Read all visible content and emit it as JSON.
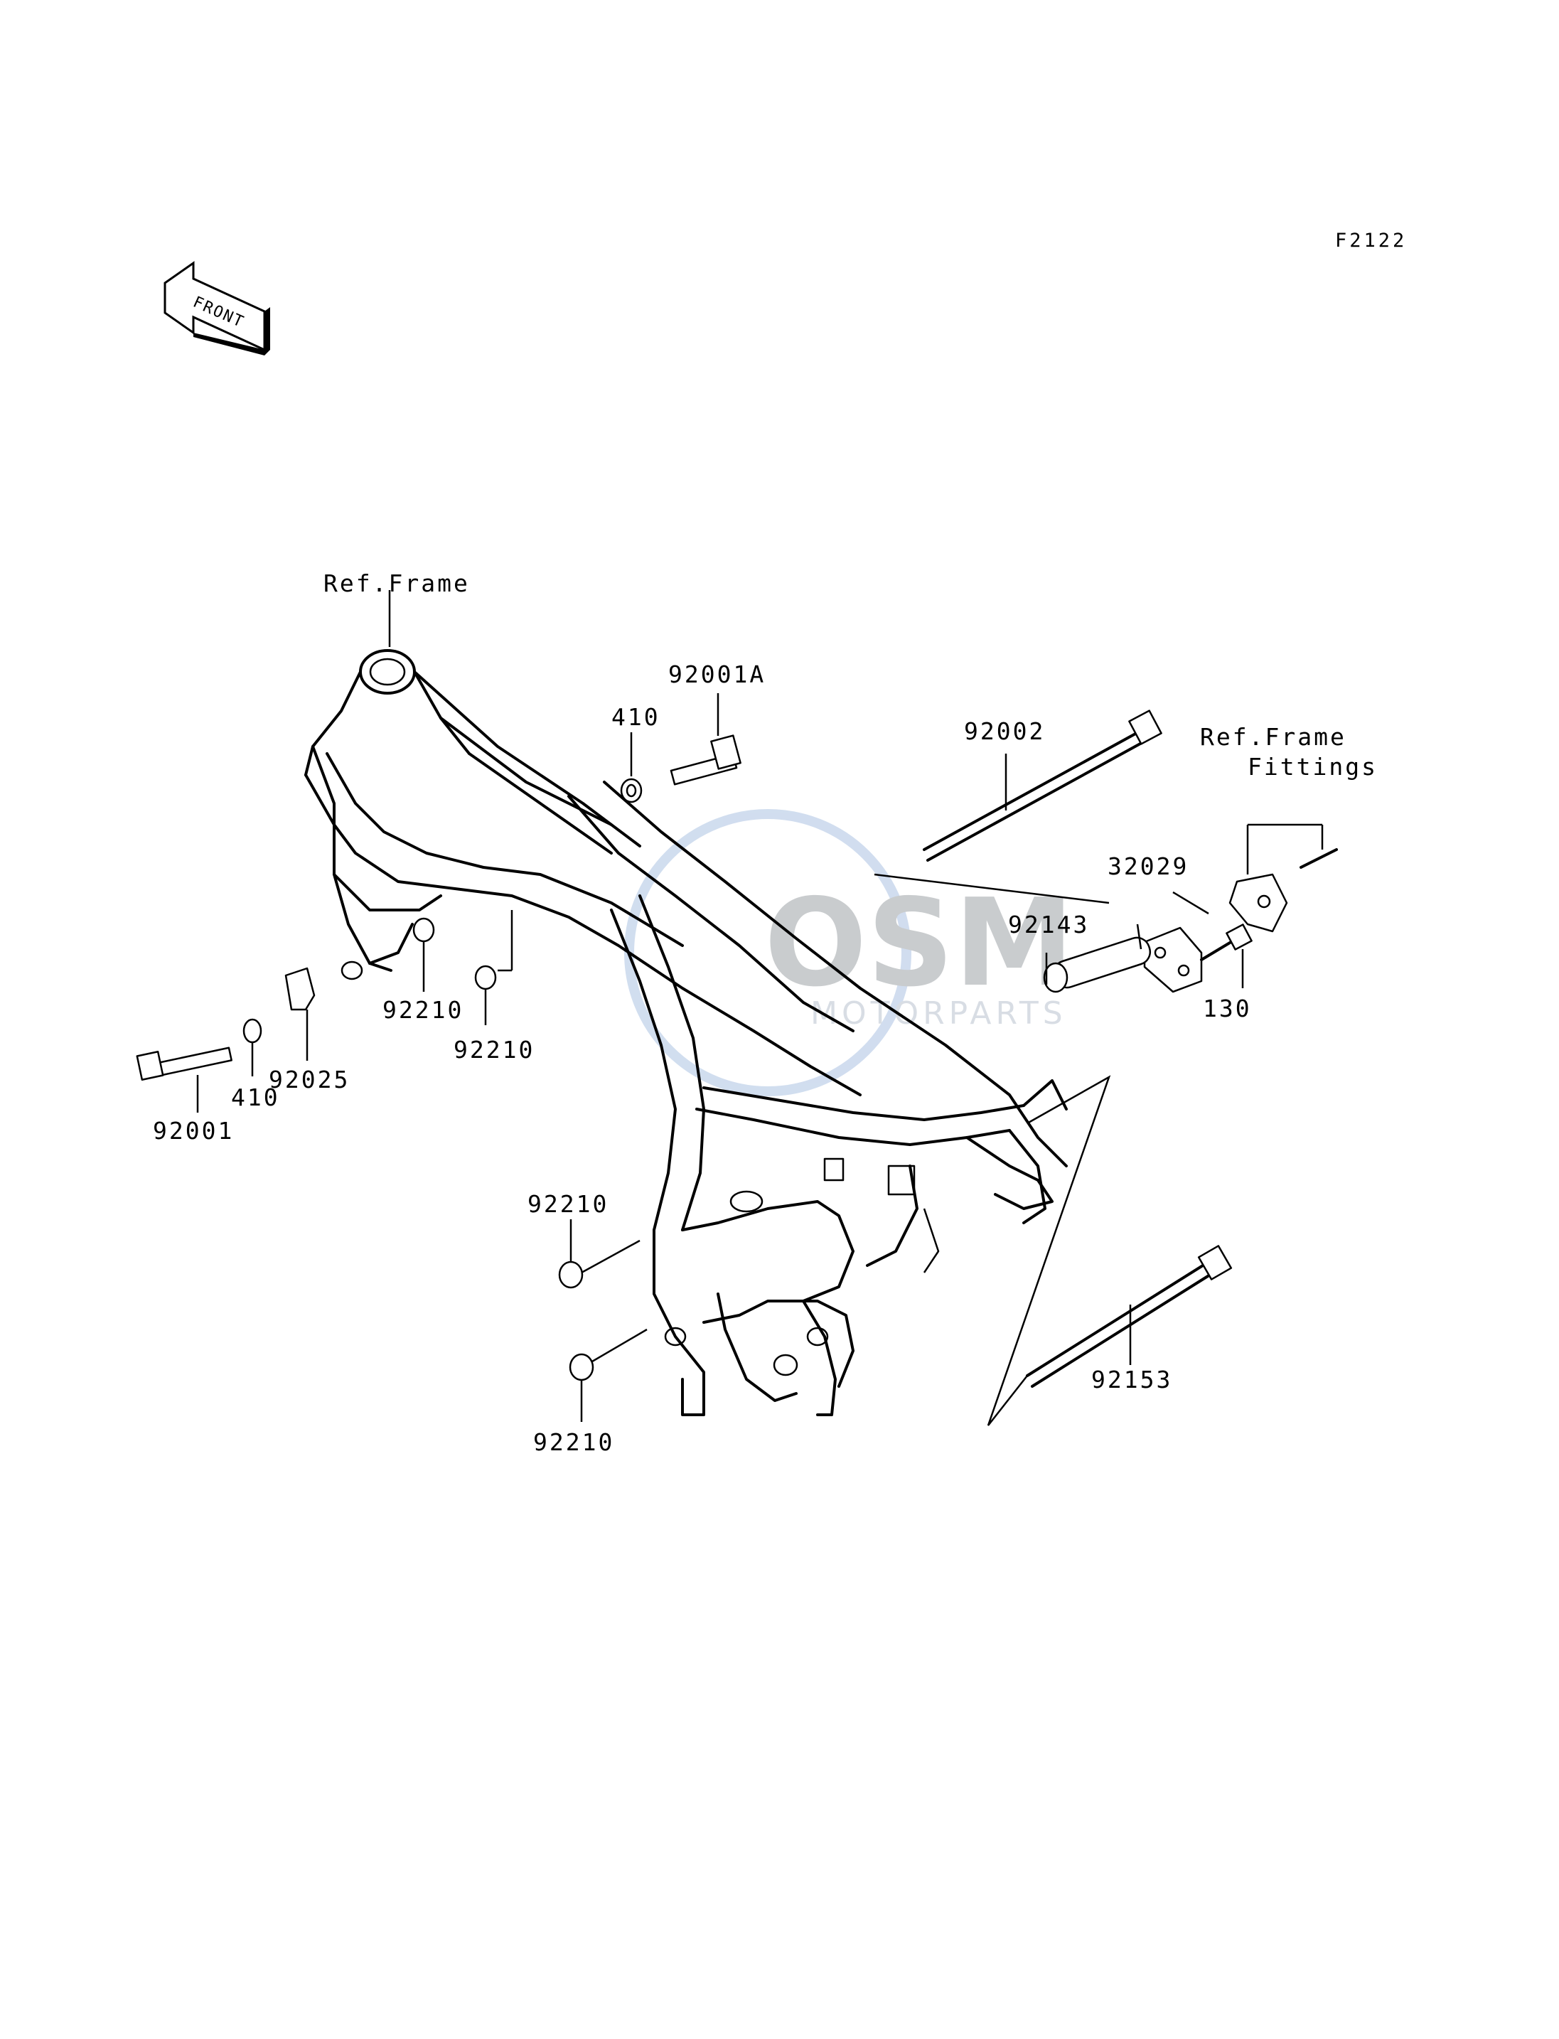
{
  "diagram_code": "F2122",
  "front_indicator": "FRONT",
  "watermark": {
    "brand": "OSM",
    "subtitle": "MOTORPARTS",
    "color": "#9ab6dc"
  },
  "callouts": {
    "ref_frame": "Ref.Frame",
    "ref_frame_fittings_1": "Ref.Frame",
    "ref_frame_fittings_2": "Fittings",
    "p92001A": "92001A",
    "p410_top": "410",
    "p92002": "92002",
    "p32029": "32029",
    "p92143": "92143",
    "p130": "130",
    "p92210_a": "92210",
    "p92210_b": "92210",
    "p92025": "92025",
    "p410_left": "410",
    "p92001": "92001",
    "p92210_c": "92210",
    "p92210_d": "92210",
    "p92153": "92153"
  }
}
